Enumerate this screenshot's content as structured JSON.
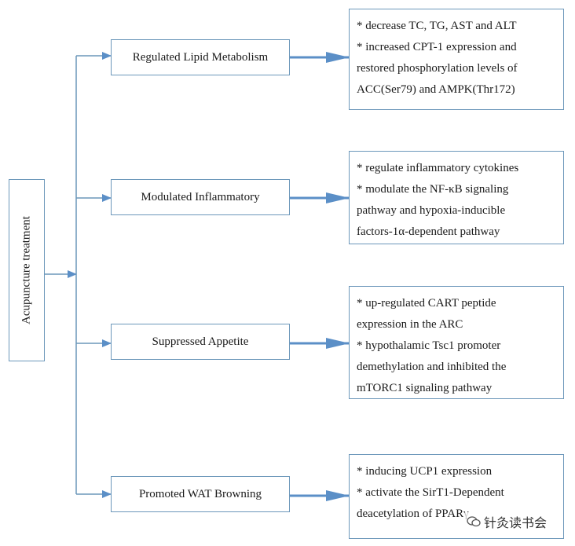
{
  "root": {
    "label": "Acupuncture treatment"
  },
  "branches": [
    {
      "label": "Regulated Lipid Metabolism",
      "details": [
        "* decrease TC, TG, AST and ALT",
        "* increased CPT-1 expression and",
        "restored phosphorylation levels of",
        "ACC(Ser79) and AMPK(Thr172)"
      ]
    },
    {
      "label": "Modulated Inflammatory",
      "details": [
        "* regulate inflammatory cytokines",
        "* modulate the NF-κB signaling",
        "pathway and hypoxia-inducible",
        "factors-1α-dependent pathway"
      ]
    },
    {
      "label": "Suppressed Appetite",
      "details": [
        "* up-regulated CART peptide",
        "expression in the ARC",
        "* hypothalamic Tsc1 promoter",
        "demethylation and inhibited the",
        "mTORC1 signaling pathway"
      ]
    },
    {
      "label": "Promoted WAT Browning",
      "details": [
        "* inducing UCP1 expression",
        "* activate the SirT1-Dependent",
        "deacetylation of PPARγ"
      ]
    }
  ],
  "watermark": {
    "text": "针灸读书会",
    "icon": "wechat-icon"
  },
  "colors": {
    "line": "#6c97ba",
    "arrow": "#5b8fc7",
    "border": "#6c97ba"
  }
}
